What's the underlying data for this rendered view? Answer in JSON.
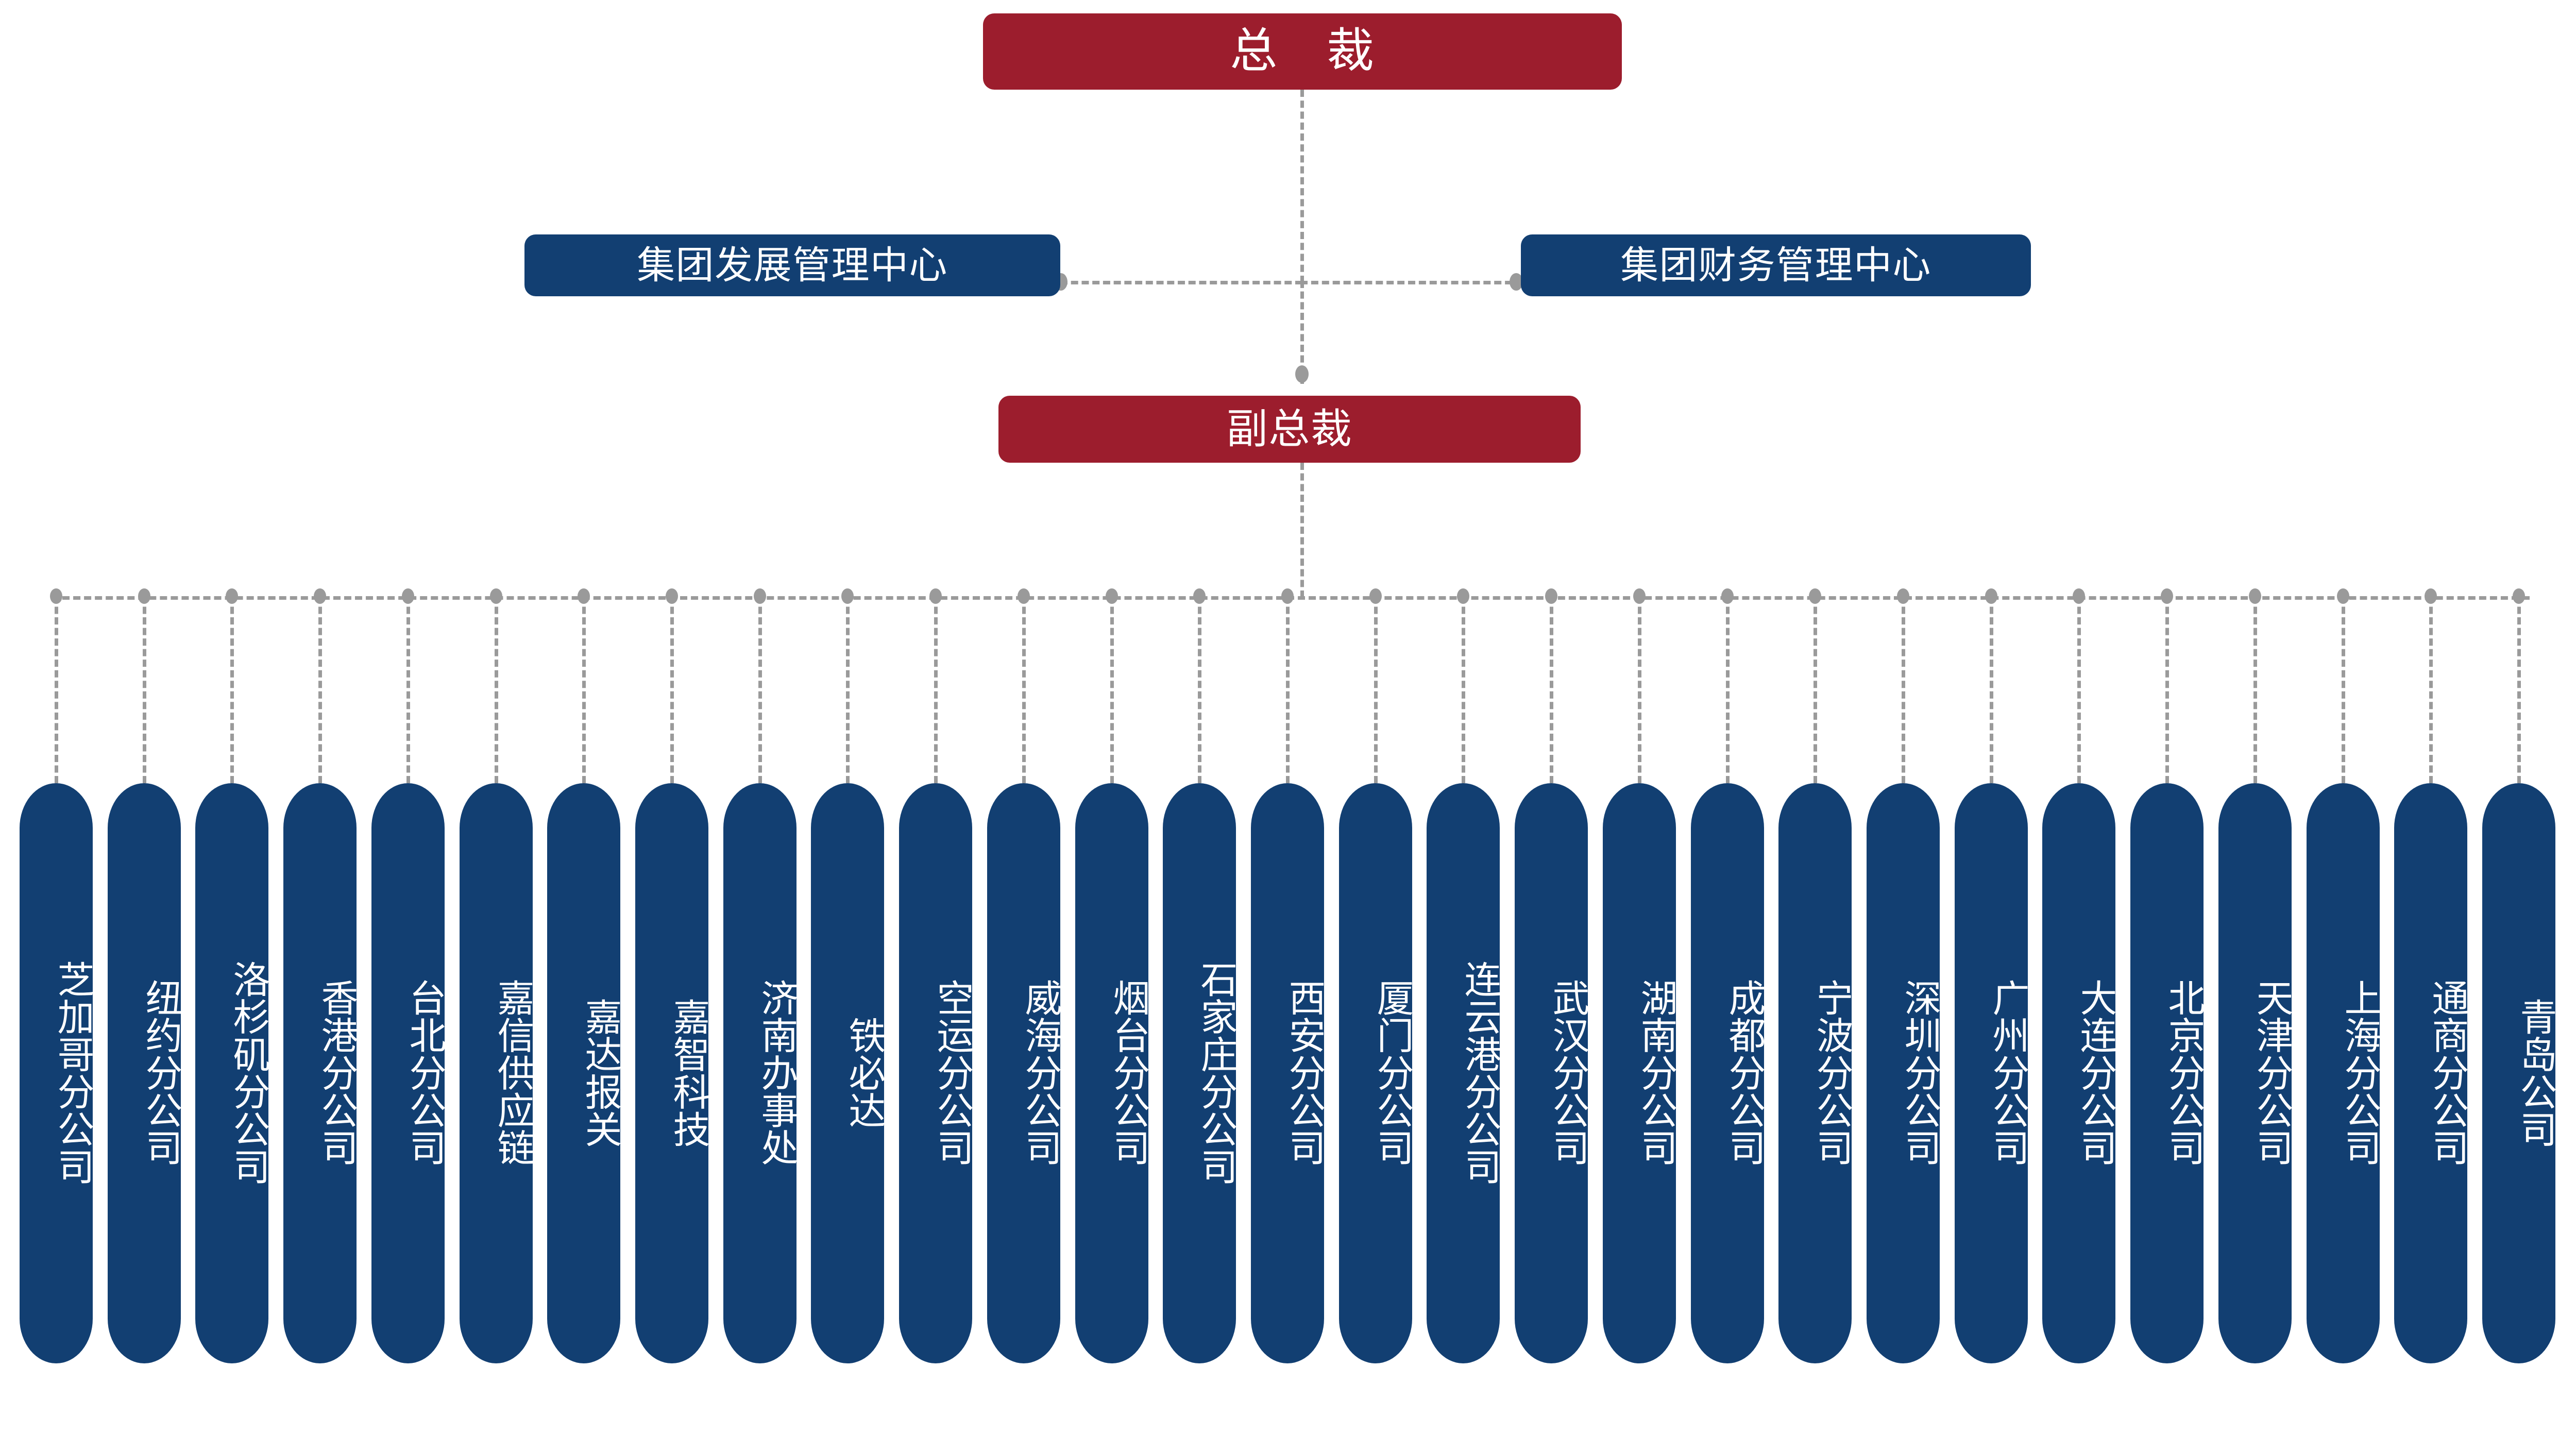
{
  "chart_title": "",
  "colors": {
    "executive_red": "#9C1D2D",
    "unit_blue": "#123F72",
    "connector_gray": "#9A9A9A",
    "background": "#FFFFFF",
    "text_on_fill": "#FFFFFF"
  },
  "org": {
    "president": {
      "label": "总　裁"
    },
    "vice_president": {
      "label": "副总裁"
    },
    "staff_centers": [
      {
        "label": "集团发展管理中心"
      },
      {
        "label": "集团财务管理中心"
      }
    ],
    "branches": [
      {
        "label": "芝加哥分公司"
      },
      {
        "label": "纽约分公司"
      },
      {
        "label": "洛杉矶分公司"
      },
      {
        "label": "香港分公司"
      },
      {
        "label": "台北分公司"
      },
      {
        "label": "嘉信供应链"
      },
      {
        "label": "嘉达报关"
      },
      {
        "label": "嘉智科技"
      },
      {
        "label": "济南办事处"
      },
      {
        "label": "铁必达"
      },
      {
        "label": "空运分公司"
      },
      {
        "label": "威海分公司"
      },
      {
        "label": "烟台分公司"
      },
      {
        "label": "石家庄分公司"
      },
      {
        "label": "西安分公司"
      },
      {
        "label": "厦门分公司"
      },
      {
        "label": "连云港分公司"
      },
      {
        "label": "武汉分公司"
      },
      {
        "label": "湖南分公司"
      },
      {
        "label": "成都分公司"
      },
      {
        "label": "宁波分公司"
      },
      {
        "label": "深圳分公司"
      },
      {
        "label": "广州分公司"
      },
      {
        "label": "大连分公司"
      },
      {
        "label": "北京分公司"
      },
      {
        "label": "天津分公司"
      },
      {
        "label": "上海分公司"
      },
      {
        "label": "通商分公司"
      },
      {
        "label": "青岛公司"
      }
    ]
  }
}
